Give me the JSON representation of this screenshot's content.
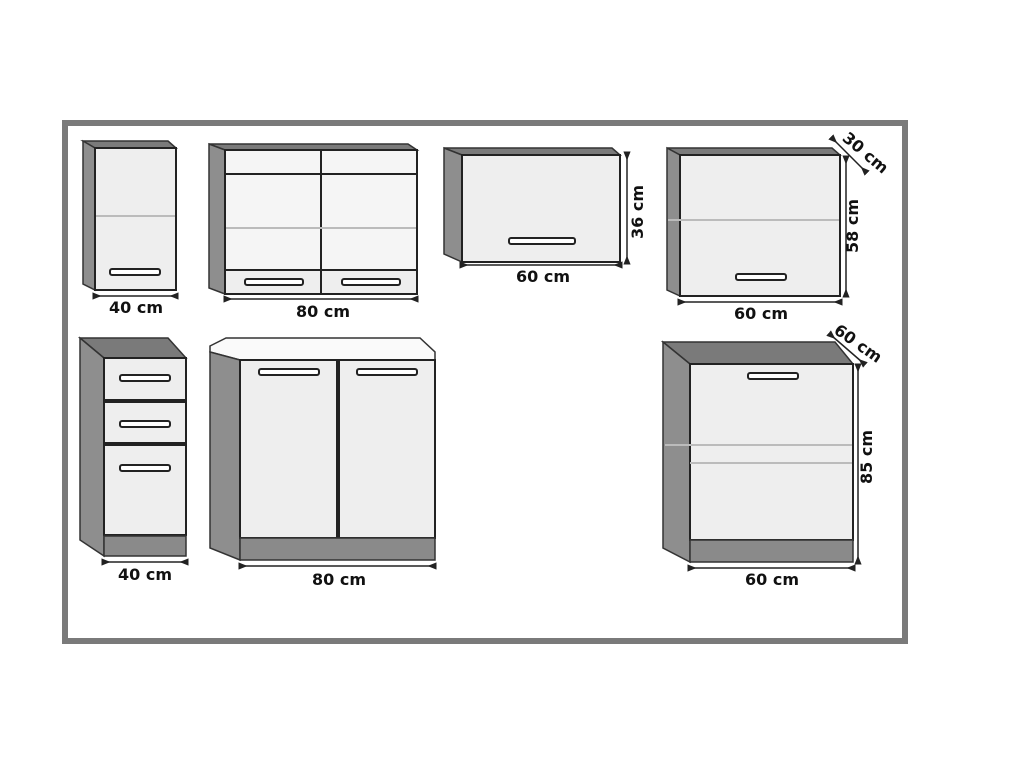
{
  "diagram": {
    "title": "Kitchen cabinet set dimensions",
    "frame_color": "#7a7a7a",
    "cabinets": [
      {
        "name": "wall-cabinet-40",
        "width_label": "40 cm"
      },
      {
        "name": "wall-glass-cabinet-80",
        "width_label": "80 cm"
      },
      {
        "name": "wall-flap-cabinet-60",
        "width_label": "60 cm",
        "height_label": "36 cm"
      },
      {
        "name": "wall-cabinet-60",
        "width_label": "60 cm",
        "height_label": "58 cm",
        "depth_label": "30 cm"
      },
      {
        "name": "base-drawer-cabinet-40",
        "width_label": "40 cm"
      },
      {
        "name": "base-cabinet-80",
        "width_label": "80 cm"
      },
      {
        "name": "base-cabinet-60",
        "width_label": "60 cm",
        "height_label": "85 cm",
        "depth_label": "60 cm"
      }
    ]
  }
}
